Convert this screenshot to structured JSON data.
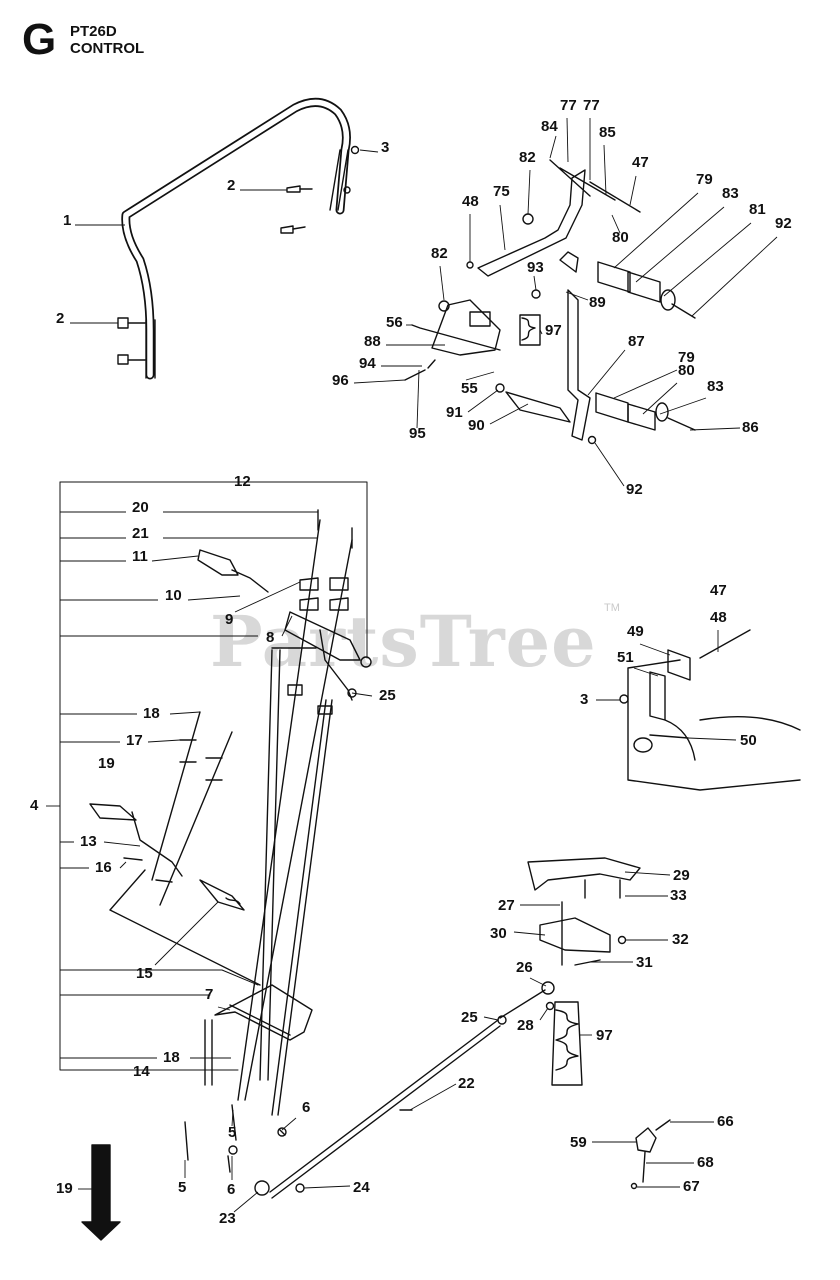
{
  "header": {
    "letter": "G",
    "model": "PT26D",
    "section": "CONTROL"
  },
  "watermark": {
    "text": "PartsTree",
    "trademark": "TM"
  },
  "colors": {
    "ink": "#111111",
    "watermark": "#d8d8d8"
  },
  "callouts": [
    "1",
    "2",
    "3",
    "2",
    "75",
    "77",
    "77",
    "84",
    "85",
    "82",
    "47",
    "79",
    "80",
    "83",
    "81",
    "92",
    "48",
    "82",
    "93",
    "89",
    "56",
    "97",
    "88",
    "94",
    "96",
    "55",
    "87",
    "79",
    "80",
    "83",
    "86",
    "91",
    "90",
    "92",
    "95",
    "12",
    "20",
    "21",
    "11",
    "10",
    "9",
    "8",
    "25",
    "18",
    "17",
    "19",
    "4",
    "13",
    "16",
    "15",
    "7",
    "18",
    "14",
    "5",
    "6",
    "5",
    "6",
    "23",
    "24",
    "22",
    "25",
    "28",
    "26",
    "97",
    "27",
    "30",
    "29",
    "33",
    "32",
    "31",
    "47",
    "48",
    "49",
    "51",
    "3",
    "50",
    "59",
    "66",
    "68",
    "67",
    "19"
  ]
}
